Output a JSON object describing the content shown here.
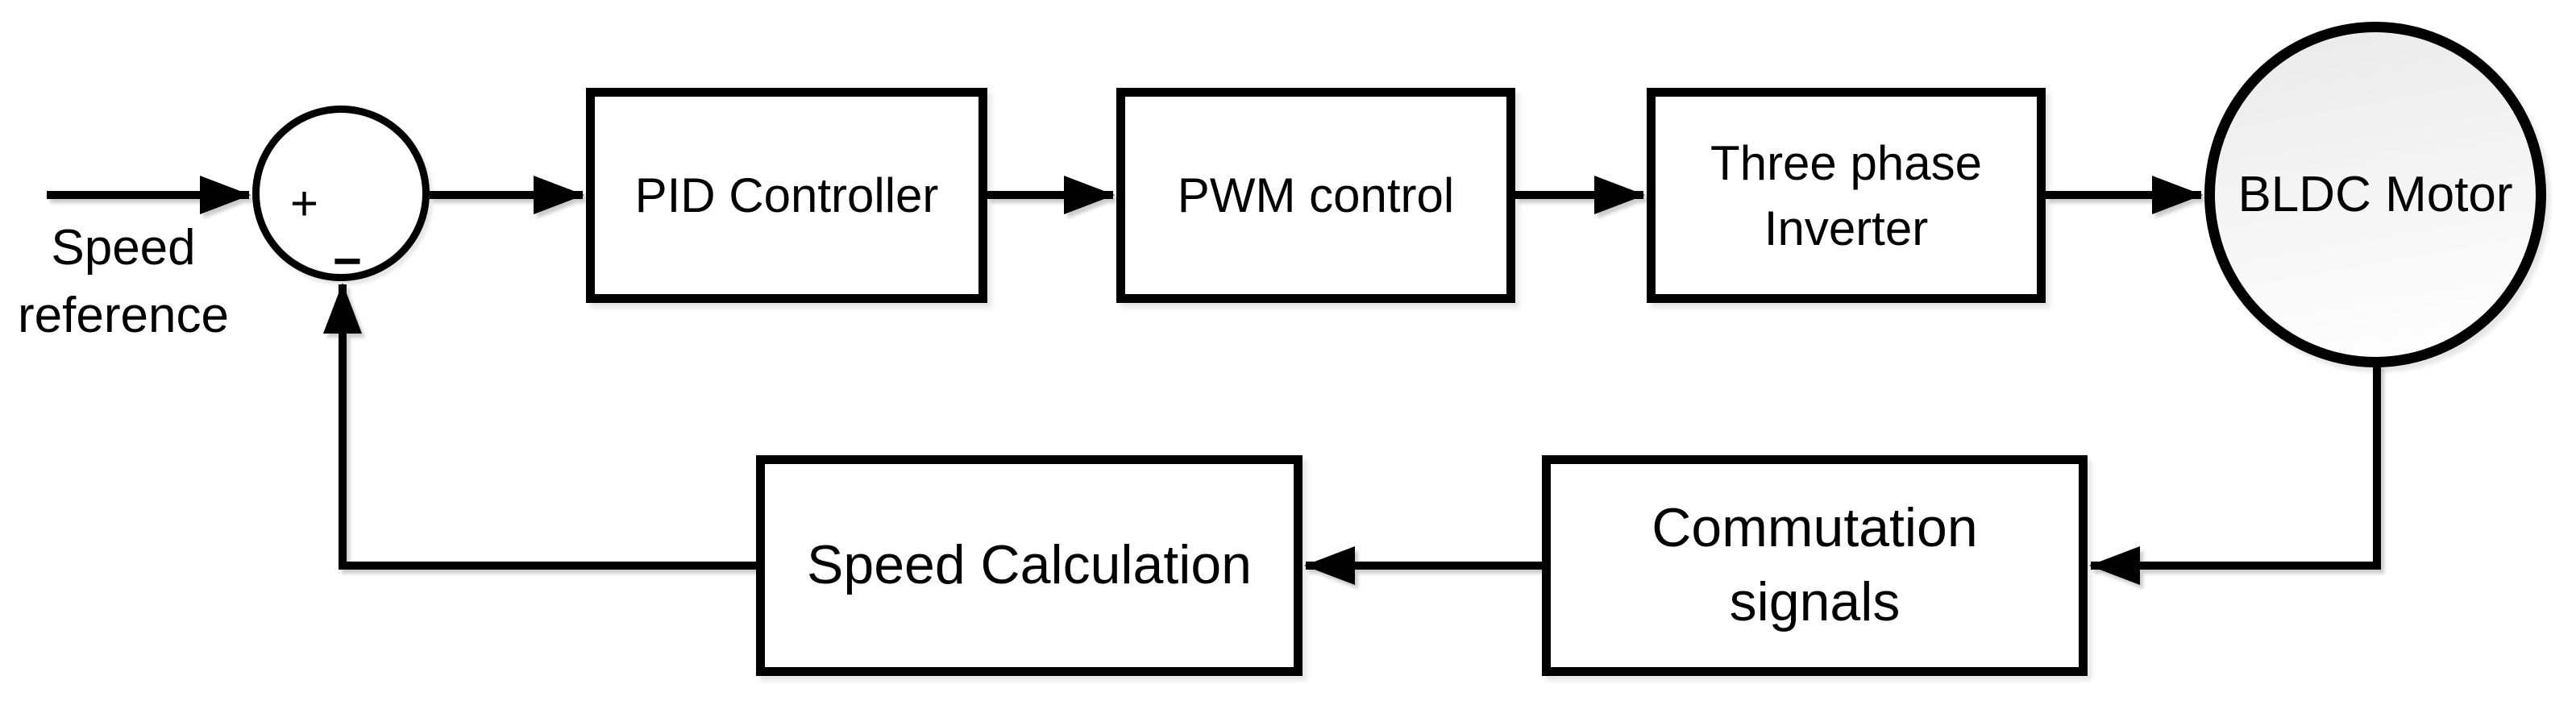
{
  "summing": {
    "plus": "+",
    "minus": "−"
  },
  "labels": {
    "speed_reference": {
      "line1": "Speed",
      "line2": "reference"
    }
  },
  "blocks": {
    "pid": {
      "label": "PID Controller"
    },
    "pwm": {
      "label": "PWM control"
    },
    "inverter": {
      "line1": "Three phase",
      "line2": "Inverter"
    },
    "motor": {
      "label": "BLDC Motor"
    },
    "speed_calc": {
      "label": "Speed Calculation"
    },
    "commutation": {
      "line1": "Commutation",
      "line2": "signals"
    }
  },
  "colors": {
    "ink": "#000000",
    "background": "#ffffff",
    "motor_fill_top": "#e9e9e9",
    "motor_fill_bottom": "#ffffff"
  }
}
